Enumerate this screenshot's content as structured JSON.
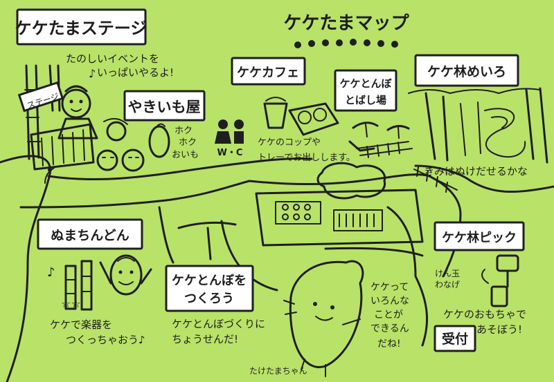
{
  "map": {
    "title": "ケケたまマップ",
    "stage": {
      "label": "ケケたまステージ",
      "sign": "ステージ",
      "caption_1": "たのしいイベントを",
      "caption_2": "いっぱいやるよ!"
    },
    "yakiimo": {
      "label": "やきいも屋",
      "sound_1": "ホク",
      "sound_2": "ホク",
      "sound_3": "おいも"
    },
    "toilet": {
      "label": "W・C"
    },
    "cafe": {
      "label": "ケケカフェ",
      "caption_1": "ケケのコップや",
      "caption_2": "トレーでお出しします。"
    },
    "dragonfly_field": {
      "label_1": "ケケとんぼ",
      "label_2": "とばし場"
    },
    "maze": {
      "label": "ケケ林めいろ",
      "caption": "きみはぬけだせるかな"
    },
    "instrument": {
      "label": "ぬまちんどん",
      "caption_1": "ケケで楽器を",
      "caption_2": "つくっちゃおう♪"
    },
    "make_dragonfly": {
      "label_1": "ケケとんぼを",
      "label_2": "つくろう",
      "caption_1": "ケケとんぼづくりに",
      "caption_2": "ちょうせんだ!"
    },
    "mascot": {
      "speech_1": "ケケって",
      "speech_2": "いろんな",
      "speech_3": "ことが",
      "speech_4": "できるん",
      "speech_5": "だね!",
      "name": "たけたまちゃん"
    },
    "forest_pick": {
      "label": "ケケ林ピック",
      "caption_1": "ケケのおもちゃで",
      "caption_2": "あそぼう!",
      "side_1": "けん玉",
      "side_2": "わなげ"
    },
    "reception": {
      "label": "受付"
    }
  },
  "colors": {
    "background": "#b9e268",
    "ink": "#1f1f1f",
    "label_box": "#ffffff"
  },
  "icons": [
    "toilet-icon",
    "bamboo-icon",
    "sweet-potato-icon",
    "cup-icon",
    "dragonfly-icon",
    "maze-icon",
    "mascot-icon",
    "kendama-icon"
  ]
}
